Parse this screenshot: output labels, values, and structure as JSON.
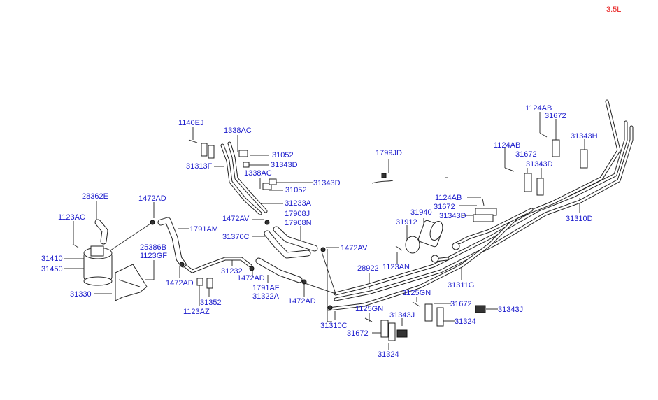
{
  "diagram": {
    "title": "Fuel Line / Canister Assembly",
    "variant": "3.5L",
    "label_color": "#1a1acc",
    "variant_color": "#e82020",
    "labels": {
      "p1140EJ": "1140EJ",
      "p31313F": "31313F",
      "p1338AC_a": "1338AC",
      "p31052_a": "31052",
      "p31343D_a": "31343D",
      "p1338AC_b": "1338AC",
      "p31343D_b": "31343D",
      "p31052_b": "31052",
      "p31233A": "31233A",
      "p1472AV_a": "1472AV",
      "p17908J": "17908J",
      "p17908N": "17908N",
      "p31370C": "31370C",
      "p1472AV_b": "1472AV",
      "p28362E": "28362E",
      "p1472AD_a": "1472AD",
      "p1123AC": "1123AC",
      "p1791AM": "1791AM",
      "p25386B": "25386B",
      "p1123GF": "1123GF",
      "p31410": "31410",
      "p31450": "31450",
      "p31330": "31330",
      "p1472AD_b": "1472AD",
      "p31232": "31232",
      "p1472AD_c": "1472AD",
      "p1791AF": "1791AF",
      "p31322A": "31322A",
      "p31352": "31352",
      "p1123AZ": "1123AZ",
      "p1472AD_d": "1472AD",
      "p28922": "28922",
      "p31310C": "31310C",
      "p1799JD": "1799JD",
      "p31940": "31940",
      "p31912": "31912",
      "p1123AN": "1123AN",
      "p1124AB_a": "1124AB",
      "p31672_a": "31672",
      "p31343D_c": "31343D",
      "p31311G": "31311G",
      "p1125GN_a": "1125GN",
      "p1125GN_b": "1125GN",
      "p31672_b": "31672",
      "p31343J_a": "31343J",
      "p31324_a": "31324",
      "p31672_c": "31672",
      "p31324_b": "31324",
      "p31343J_b": "31343J",
      "p1124AB_b": "1124AB",
      "p31672_d": "31672",
      "p31343D_d": "31343D",
      "p1124AB_c": "1124AB",
      "p31672_e": "31672",
      "p31343H": "31343H",
      "p31310D": "31310D"
    }
  }
}
